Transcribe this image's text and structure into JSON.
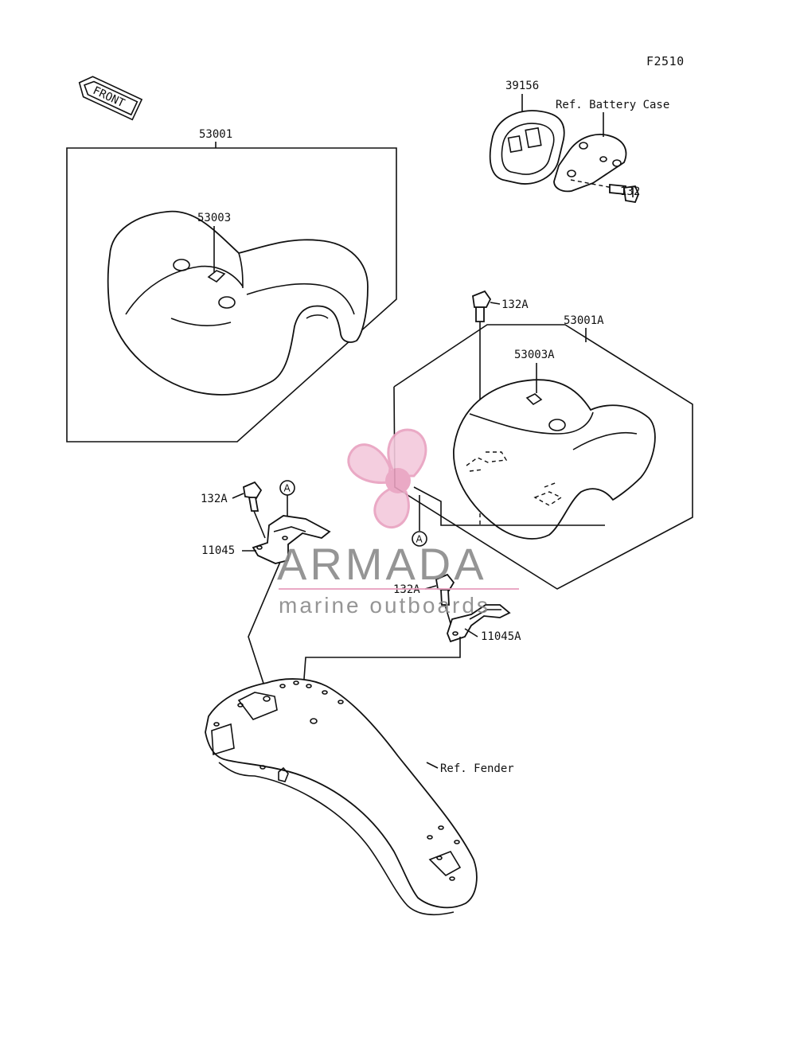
{
  "diagram_code": "F2510",
  "direction_label": "FRONT",
  "labels": {
    "seat_assy": "53001",
    "seat_emblem": "53003",
    "battery_cover": "39156",
    "ref_battery_case": "Ref. Battery Case",
    "bolt": "132",
    "bolt_a_top": "132A",
    "seat_assy_a": "53001A",
    "seat_emblem_a": "53003A",
    "bolt_a_left": "132A",
    "bracket": "11045",
    "bolt_a_right": "132A",
    "bracket_a": "11045A",
    "ref_fender": "Ref. Fender",
    "circle_mark_1": "A",
    "circle_mark_2": "A"
  },
  "watermark": {
    "brand": "ARMADA",
    "tagline": "marine outboards",
    "colors": {
      "pink": "#e8a0bf",
      "gray": "#8a8a8a"
    }
  }
}
